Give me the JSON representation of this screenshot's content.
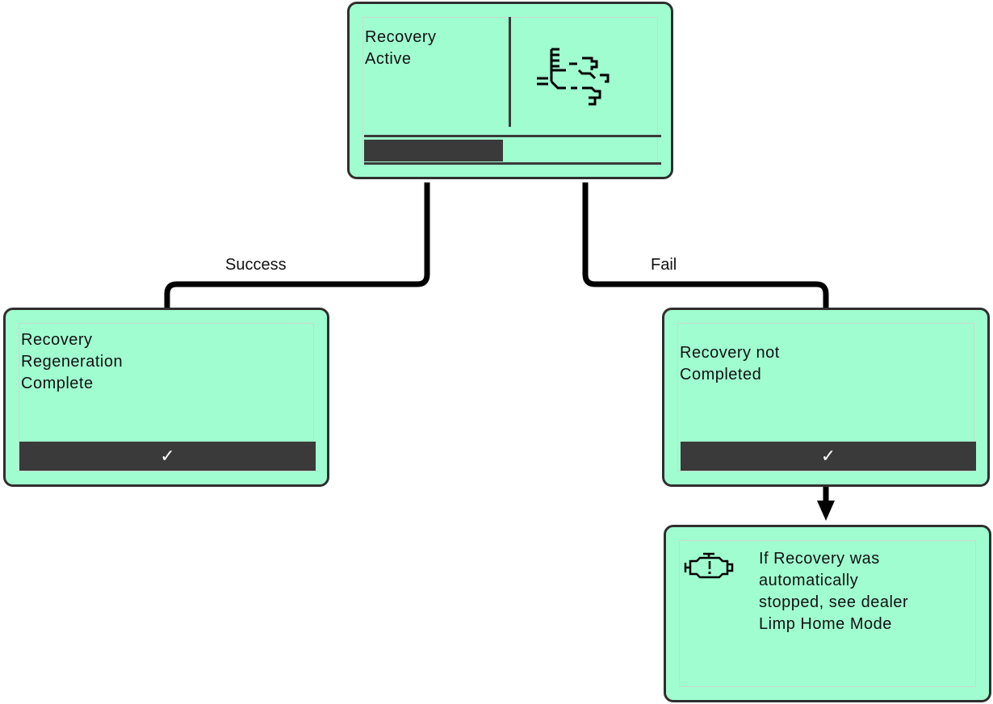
{
  "colors": {
    "screen_bg": "#a0fdd0",
    "border": "#2f2f2f",
    "bar": "#3a3a3a",
    "connector": "#000000"
  },
  "top_screen": {
    "title": "Recovery\nActive",
    "icon": "dpf-regeneration-icon",
    "progress_fraction": 0.47
  },
  "edges": {
    "success": "Success",
    "fail": "Fail"
  },
  "success_screen": {
    "text": "Recovery\nRegeneration\nComplete",
    "confirm": "✓"
  },
  "fail_screen": {
    "text": "Recovery not\nCompleted",
    "confirm": "✓"
  },
  "info_screen": {
    "icon": "engine-warning-icon",
    "text": "If Recovery was\nautomatically\nstopped, see dealer\nLimp Home Mode"
  }
}
